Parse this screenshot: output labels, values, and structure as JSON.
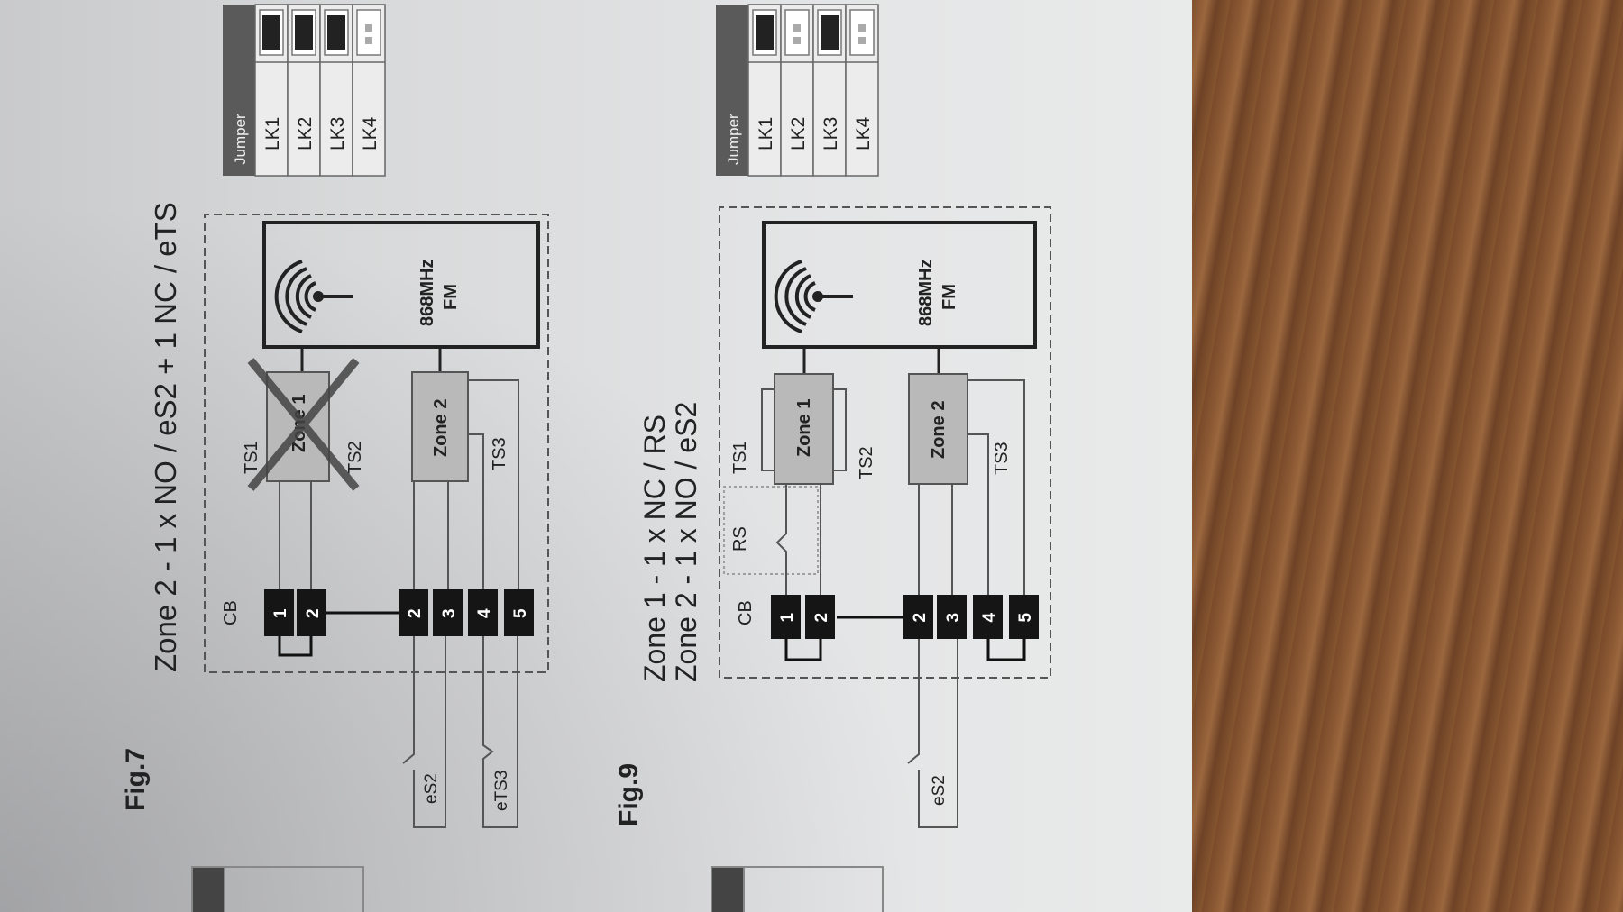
{
  "fig7": {
    "label": "Fig.7",
    "title": "Zone 2  -  1  x   NO / eS2 + 1 NC / eTS",
    "cb": "CB",
    "zone1": "Zone 1",
    "zone2": "Zone 2",
    "ts1": "TS1",
    "ts2": "TS2",
    "ts3": "TS3",
    "rf_line1": "868MHz",
    "rf_line2": "FM",
    "terminals": [
      "1",
      "2",
      "2",
      "3",
      "4",
      "5"
    ],
    "es2": "eS2",
    "ets3": "eTS3",
    "zone1_disabled": true,
    "jumper_header": "Jumper",
    "jumpers": [
      {
        "label": "LK1",
        "fitted": true
      },
      {
        "label": "LK2",
        "fitted": true
      },
      {
        "label": "LK3",
        "fitted": true
      },
      {
        "label": "LK4",
        "fitted": false
      }
    ]
  },
  "fig9": {
    "label": "Fig.9",
    "title_line1": "Zone 1  -  1 x NC / RS",
    "title_line2": "Zone 2  -  1 x NO / eS2",
    "cb": "CB",
    "rs": "RS",
    "zone1": "Zone 1",
    "zone2": "Zone 2",
    "ts1": "TS1",
    "ts2": "TS2",
    "ts3": "TS3",
    "rf_line1": "868MHz",
    "rf_line2": "FM",
    "terminals": [
      "1",
      "2",
      "2",
      "3",
      "4",
      "5"
    ],
    "es2": "eS2",
    "jumper_header": "Jumper",
    "jumpers": [
      {
        "label": "LK1",
        "fitted": true
      },
      {
        "label": "LK2",
        "fitted": false
      },
      {
        "label": "LK3",
        "fitted": true
      },
      {
        "label": "LK4",
        "fitted": false
      }
    ]
  }
}
